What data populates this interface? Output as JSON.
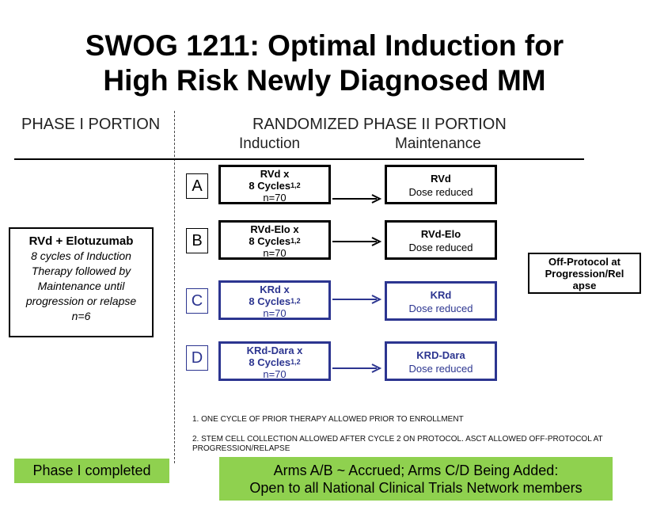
{
  "title": {
    "line1": "SWOG 1211: Optimal Induction for",
    "line2": "High Risk Newly Diagnosed MM"
  },
  "headers": {
    "phase1": "PHASE I PORTION",
    "phase2": "RANDOMIZED PHASE II PORTION",
    "induction": "Induction",
    "maintenance": "Maintenance"
  },
  "phase1_box": {
    "title": "RVd + Elotuzumab",
    "line1": "8 cycles of Induction",
    "line2": "Therapy  followed by",
    "line3": "Maintenance until",
    "line4": "progression or relapse",
    "line5": "n=6"
  },
  "arms": [
    {
      "letter": "A",
      "regimen": "RVd x",
      "cycles": "8 Cycles",
      "sup": "1,2",
      "n": "n=70",
      "maint": "RVd",
      "maint_sub": "Dose reduced",
      "color": "#000000"
    },
    {
      "letter": "B",
      "regimen": "RVd-Elo x",
      "cycles": "8 Cycles",
      "sup": "1,2",
      "n": "n=70",
      "maint": "RVd-Elo",
      "maint_sub": "Dose reduced",
      "color": "#000000"
    },
    {
      "letter": "C",
      "regimen": "KRd x",
      "cycles": "8 Cycles",
      "sup": "1,2",
      "n": "n=70",
      "maint": "KRd",
      "maint_sub": "Dose reduced",
      "color": "#2c3590"
    },
    {
      "letter": "D",
      "regimen": "KRd-Dara x",
      "cycles": "8 Cycles",
      "sup": "1,2",
      "n": "n=70",
      "maint": "KRD-Dara",
      "maint_sub": "Dose reduced",
      "color": "#2c3590"
    }
  ],
  "off_protocol": {
    "line1": "Off-Protocol at",
    "line2": "Progression/Rel",
    "line3": "apse"
  },
  "footnotes": {
    "note1": "1.    ONE CYCLE OF PRIOR THERAPY ALLOWED PRIOR TO ENROLLMENT",
    "note2a": "2. STEM CELL COLLECTION ALLOWED AFTER CYCLE 2 ON PROTOCOL. ASCT ALLOWED OFF-PROTOCOL AT",
    "note2b": "PROGRESSION/RELAPSE"
  },
  "status": {
    "phase1": "Phase I completed",
    "arms_line1": "Arms A/B ~ Accrued; Arms C/D Being Added:",
    "arms_line2": "Open to all National Clinical Trials Network members"
  },
  "colors": {
    "green": "#8fd14f",
    "blue": "#2c3590"
  }
}
